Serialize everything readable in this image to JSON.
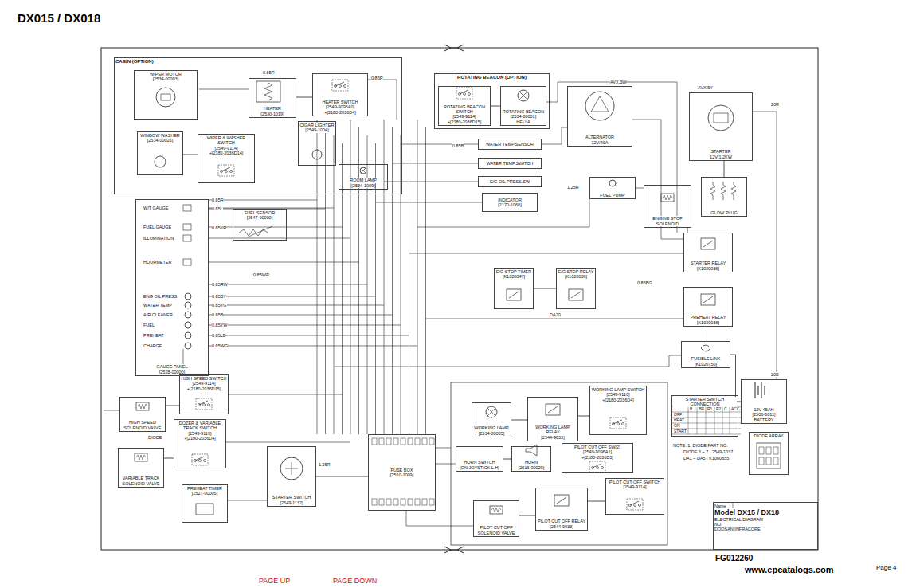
{
  "diagram": {
    "title": "DX015 / DX018",
    "nodes": [
      {
        "text": [
          "CABIN (OPTION)"
        ]
      },
      {
        "text": [
          "WIPER MOTOR",
          "[2534-00003]"
        ],
        "in": 0
      },
      {
        "text": [
          "HEATER",
          "[2530-1019]"
        ],
        "in": 0
      },
      {
        "text": [
          "HEATER SWITCH",
          "[2549-9096A0]",
          "+[2180-2036D4]"
        ],
        "in": 0
      },
      {
        "text": [
          "CIGAR LIGHTER",
          "[2549-1004]"
        ],
        "in": 0
      },
      {
        "text": [
          "WINDOW WASHER",
          "[2534-00026]"
        ],
        "in": 0
      },
      {
        "text": [
          "WIPER & WASHER SWITCH",
          "[2549-9114]",
          "+[2180-2036D14]"
        ],
        "in": 0
      },
      {
        "text": [
          "ROOM LAMP",
          "[2534-1009]"
        ],
        "in": 0
      },
      {
        "text": [
          "ROTATING BEACON (OPTION)"
        ]
      },
      {
        "text": [
          "ROTATING BEACON SWITCH",
          "[2549-9114]",
          "+[2180-2036D15]"
        ],
        "in": 8
      },
      {
        "text": [
          "ROTATING BEACON",
          "[2534-00001]",
          "HELLA"
        ],
        "in": 8
      },
      {
        "text": [
          "ALTERNATOR",
          "12V/40A"
        ]
      },
      {
        "text": [
          "STARTER",
          "12V/1.2KW"
        ]
      },
      {
        "text": [
          "WATER TEMP.SENSOR"
        ]
      },
      {
        "text": [
          "WATER TEMP.SWITCH"
        ]
      },
      {
        "text": [
          "E/G OIL PRESS.SW"
        ]
      },
      {
        "text": [
          "INDICATOR",
          "[2170-1060]"
        ]
      },
      {
        "text": [
          "FUEL PUMP"
        ]
      },
      {
        "text": [
          "ENGINE STOP SOLENOID"
        ]
      },
      {
        "text": [
          "GLOW PLUG"
        ]
      },
      {
        "text": [
          "GAUGE PANEL",
          "[2528-00000]"
        ]
      },
      {
        "text": [
          "FUEL SENSOR",
          "[2547-00000]"
        ]
      },
      {
        "text": [
          "E/G STOP TIMER",
          "[K1020047]"
        ]
      },
      {
        "text": [
          "E/G STOP RELAY",
          "[K1020036]"
        ]
      },
      {
        "text": [
          "STARTER RELAY",
          "[K1020036]"
        ]
      },
      {
        "text": [
          "PREHEAT RELAY",
          "[K1020036]"
        ]
      },
      {
        "text": [
          "FUSIBLE LINK",
          "[K1020750]"
        ]
      },
      {
        "text": [
          "12V 45AH",
          "[2506-6011]",
          "BATTERY"
        ]
      },
      {
        "text": [
          "HIGH SPEED SWITCH",
          "[2549-9114]",
          "+[2180-2036D15]"
        ]
      },
      {
        "text": [
          "HIGH SPEED SOLENOID VALVE"
        ]
      },
      {
        "text": [
          "DOZER & VARIABLE TRACK SWITCH",
          "[2549-9116]",
          "+[2180-2036D4]"
        ]
      },
      {
        "text": [
          "VARIABLE TRACK SOLENOID VALVE"
        ]
      },
      {
        "text": [
          "PREHEAT TIMER",
          "[2527-00005]"
        ]
      },
      {
        "text": [
          "STARTER SWITCH",
          "[2549-1132]"
        ]
      },
      {
        "text": [
          "FUSE BOX",
          "[2510-1009]"
        ]
      },
      {
        "text": [
          "WORKING LAMP",
          "[2534-00005]"
        ]
      },
      {
        "text": [
          "WORKING LAMP RELAY",
          "[2544-9033]"
        ]
      },
      {
        "text": [
          "WORKING LAMP SWITCH",
          "[2549-9116]",
          "+[2180-2036D4]"
        ]
      },
      {
        "text": [
          "HORN SWITCH",
          "(ON JOYSTICK L.H)"
        ]
      },
      {
        "text": [
          "HORN",
          "[2516-00029]"
        ]
      },
      {
        "text": [
          "PILOT CUT OFF SW(2)",
          "[2549-9096A1]",
          "+[2180-2036D3]"
        ]
      },
      {
        "text": [
          "PILOT CUT OFF SWITCH",
          "[2549-9114]"
        ]
      },
      {
        "text": [
          "PILOT CUT OFF SOLENOID VALVE"
        ]
      },
      {
        "text": [
          "PILOT CUT OFF RELAY",
          "[2544-9033]"
        ]
      },
      {
        "text": [
          "STARTER SWITCH CONNECTION"
        ]
      },
      {
        "text": [
          "DIODE ARRAY"
        ]
      },
      {
        "text": [
          "Name",
          "Model  DX15 / DX18",
          "ELECTRICAL DIAGRAM",
          "NO.",
          "DOOSAN INFRACORE"
        ]
      }
    ],
    "edges": [
      {
        "from": 27,
        "to": 26,
        "arrow": "none"
      },
      {
        "from": 26,
        "to": 25,
        "arrow": "none"
      },
      {
        "from": 24,
        "to": 18,
        "arrow": "none"
      },
      {
        "from": 12,
        "to": 19,
        "arrow": "none"
      },
      {
        "from": 33,
        "to": 34,
        "arrow": "none"
      },
      {
        "from": 36,
        "to": 35,
        "arrow": "none"
      },
      {
        "from": 37,
        "to": 36,
        "arrow": "none"
      },
      {
        "from": 43,
        "to": 42,
        "arrow": "none"
      },
      {
        "from": 41,
        "to": 43,
        "arrow": "none"
      },
      {
        "from": 28,
        "to": 29,
        "arrow": "none"
      },
      {
        "from": 30,
        "to": 31,
        "arrow": "none"
      },
      {
        "from": 22,
        "to": 23,
        "arrow": "none"
      },
      {
        "from": 38,
        "to": 39,
        "arrow": "none"
      },
      {
        "from": 9,
        "to": 10,
        "arrow": "none"
      },
      {
        "from": 2,
        "to": 3,
        "arrow": "none"
      },
      {
        "from": 5,
        "to": 6,
        "arrow": "none"
      }
    ],
    "labels": [
      "W/T GAUGE",
      "FUEL GAUGE",
      "ILLUMINATION",
      "HOURMETER",
      "ENG OIL PRESS",
      "WATER TEMP",
      "AIR CLEANER",
      "FUEL",
      "PREHEAT",
      "CHARGE",
      "0.85R",
      "0.85L",
      "0.85YR",
      "0.85WR",
      "0.85RW",
      "0.85BY",
      "0.85YG",
      "0.85B",
      "0.85YW",
      "0.85LB",
      "0.85WG",
      "0.85R",
      "0.85R",
      "20R",
      "20B",
      "AVX.3W",
      "AVX.5Y",
      "0.85B",
      "1.25R",
      "0.85BG",
      "DA20",
      "DIODE",
      "B",
      "BR",
      "R1",
      "R2",
      "C",
      "ACC",
      "OFF",
      "HEAT",
      "ON",
      "START",
      "NOTE.  1. DIODE PART NO.",
      "DIODE 6 ~ 7 : 2549-1037",
      "DA1 ~ DA5 : K1000655",
      "FG012260",
      "www.epcatalogs.com",
      "Page 4",
      "PAGE UP",
      "PAGE DOWN",
      "1.25R"
    ]
  }
}
